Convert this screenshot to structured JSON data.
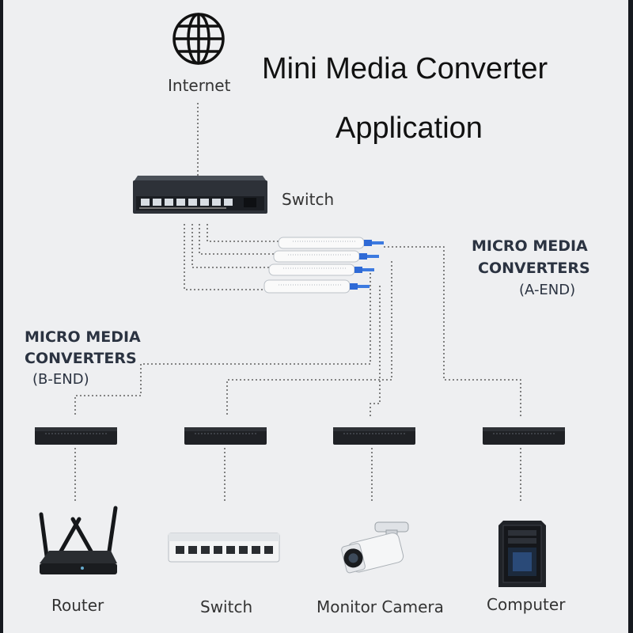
{
  "title": {
    "line1": "Mini Media Converter",
    "line2": "Application"
  },
  "internet": {
    "label": "Internet",
    "icon": "globe-icon"
  },
  "main_switch": {
    "label": "Switch"
  },
  "a_end": {
    "heading_line1": "MICRO MEDIA",
    "heading_line2": "CONVERTERS",
    "sub": "(A-END)"
  },
  "b_end": {
    "heading_line1": "MICRO MEDIA",
    "heading_line2": "CONVERTERS",
    "sub": "(B-END)"
  },
  "devices": [
    {
      "label": "Router",
      "icon": "router-icon"
    },
    {
      "label": "Switch",
      "icon": "switch-icon"
    },
    {
      "label": "Monitor Camera",
      "icon": "camera-icon"
    },
    {
      "label": "Computer",
      "icon": "computer-icon"
    }
  ],
  "colors": {
    "background": "#eeeff1",
    "connector_blue": "#2f6ad6",
    "heading": "#2b3341"
  }
}
